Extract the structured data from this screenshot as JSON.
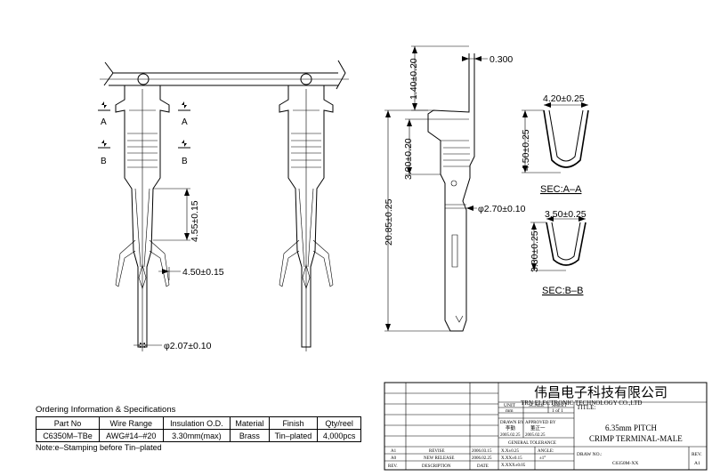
{
  "dimensions": {
    "d1": "1.40±0.20",
    "d2": "0.300",
    "d3": "4.20±0.25",
    "d4": "4.50±0.25",
    "d5": "3.00±0.20",
    "d6": "φ2.70±0.10",
    "d7": "20.85±0.25",
    "d8": "3.50±0.25",
    "d9": "3.30±0.25",
    "d10": "4.55±0.15",
    "d11": "4.50±0.15",
    "d12": "φ2.07±0.10"
  },
  "sections": {
    "a": "SEC:A–A",
    "b": "SEC:B–B"
  },
  "markers": {
    "a": "A",
    "b": "B"
  },
  "spec": {
    "title": "Ordering Information & Specifications",
    "headers": [
      "Part No",
      "Wire Range",
      "Insulation O.D.",
      "Material",
      "Finish",
      "Qty/reel"
    ],
    "rows": [
      [
        "C6350M–TBe",
        "AWG#14–#20",
        "3.30mm(max)",
        "Brass",
        "Tin–plated",
        "4,000pcs"
      ]
    ],
    "note": "Note:e–Stamping before Tin–plated"
  },
  "title_block": {
    "company_cn": "伟昌电子科技有限公司",
    "company_en": "TRN ELECTRONIC TECHNOLOGY CO.,LTD",
    "title_label": "TITLE:",
    "title_line1": "6.35mm PITCH",
    "title_line2": "CRIMP TERMINAL-MALE",
    "unit_label": "UNIT",
    "scale_label": "SCALE",
    "sheet_label": "SHEET",
    "unit_value": "mm",
    "sheet_value": "1 of 1",
    "drawn_by": "DRAWN BY",
    "approved_by": "APPROVED BY",
    "drawn_name": "李勤",
    "approved_name": "董正一",
    "drawn_date": "2005.02.25",
    "approved_date": "2005.02.25",
    "tolerance_label": "GENERAL TOLERANCE",
    "tol1": "X.X±0.25",
    "tol2": "X.XX±0.15",
    "tol3": "X.XXX±0.05",
    "angle_label": "ANGLE:",
    "angle_value": "±1°",
    "drawing_no_label": "DRAW NO.:",
    "drawing_no": "C6350M-XX",
    "rev_label": "REV.",
    "rev_value": "A1",
    "rev_rows": [
      {
        "rev": "A1",
        "desc": "REVISE",
        "date": "2006.03.15"
      },
      {
        "rev": "A0",
        "desc": "NEW RELEASE",
        "date": "2006.02.25"
      }
    ],
    "rev_hdr": "REV.",
    "desc_hdr": "DESCRIPTION",
    "date_hdr": "DATE"
  }
}
